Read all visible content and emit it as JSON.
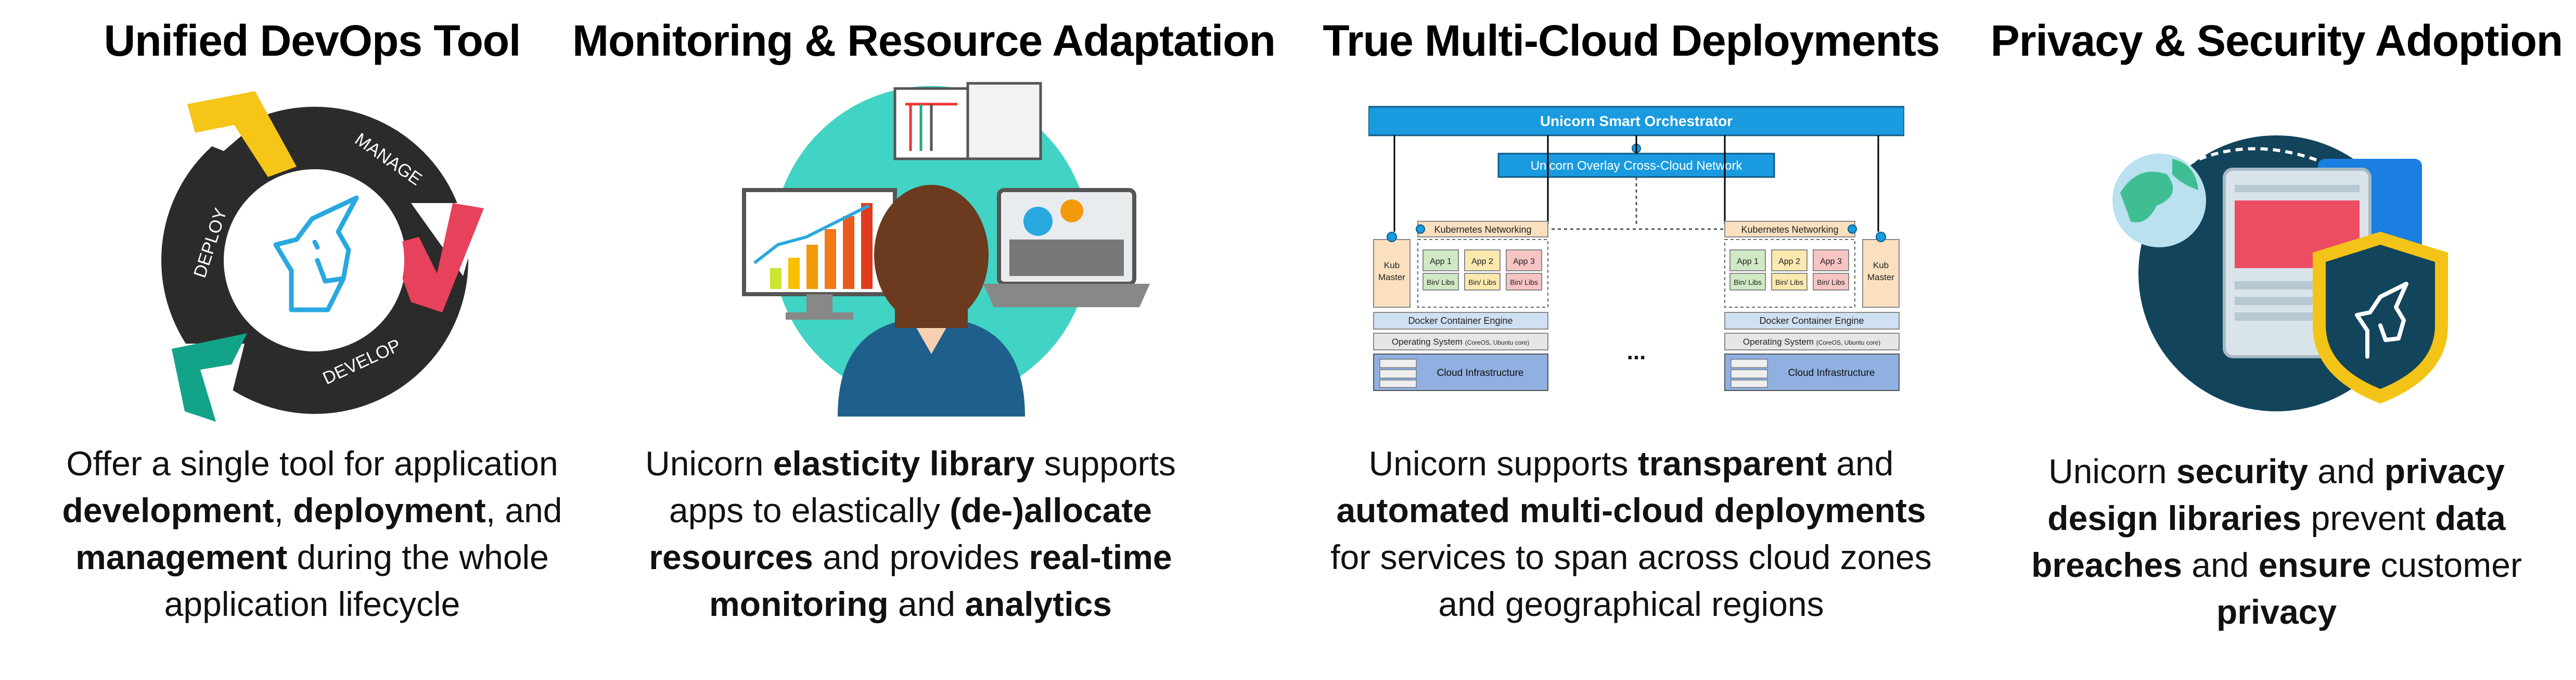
{
  "colors": {
    "accent_blue": "#29a8df",
    "deploy_yellow": "#f5c518",
    "manage_pink": "#e8415b",
    "develop_green": "#13a388",
    "ring_dark": "#2b2b2b",
    "orchestrator_blue": "#1a9be0",
    "teal_circle": "#41d3c3",
    "shield_yellow": "#f3c417",
    "shield_navy": "#12445c"
  },
  "panels": [
    {
      "title": "Unified DevOps Tool",
      "icons": [
        "devops-cycle-icon",
        "unicorn-icon"
      ],
      "cycle_labels": {
        "deploy": "DEPLOY",
        "manage": "MANAGE",
        "develop": "DEVELOP"
      },
      "description": [
        [
          {
            "t": "Offer a single tool for application",
            "b": false
          }
        ],
        [
          {
            "t": "development",
            "b": true
          },
          {
            "t": ", ",
            "b": false
          },
          {
            "t": "deployment",
            "b": true
          },
          {
            "t": ",  and",
            "b": false
          }
        ],
        [
          {
            "t": "management",
            "b": true
          },
          {
            "t": " during the whole",
            "b": false
          }
        ],
        [
          {
            "t": "application lifecycle",
            "b": false
          }
        ]
      ]
    },
    {
      "title": "Monitoring & Resource Adaptation",
      "icons": [
        "person-icon",
        "analytics-monitor-icon",
        "laptop-icon",
        "notebook-icon"
      ],
      "description": [
        [
          {
            "t": "Unicorn ",
            "b": false
          },
          {
            "t": "elasticity library",
            "b": true
          },
          {
            "t": " supports",
            "b": false
          }
        ],
        [
          {
            "t": "apps to elastically ",
            "b": false
          },
          {
            "t": "(de-)allocate",
            "b": true
          }
        ],
        [
          {
            "t": "resources",
            "b": true
          },
          {
            "t": " and provides ",
            "b": false
          },
          {
            "t": "real-time",
            "b": true
          }
        ],
        [
          {
            "t": "monitoring",
            "b": true
          },
          {
            "t": " and ",
            "b": false
          },
          {
            "t": "analytics",
            "b": true
          }
        ]
      ]
    },
    {
      "title": "True Multi-Cloud Deployments",
      "diagram": {
        "orchestrator": "Unicorn Smart Orchestrator",
        "overlay": "Unicorn Overlay Cross-Cloud Network",
        "kubernetes_networking": "Kubernetes Networking",
        "kub_master": [
          "Kub",
          "Master"
        ],
        "apps": [
          "App 1",
          "App 2",
          "App 3"
        ],
        "bins": "Bin/ Libs",
        "docker": "Docker Container Engine",
        "os": "Operating System",
        "os_detail": "(CoreOS, Ubuntu core)",
        "cloud": "Cloud Infrastructure",
        "ellipsis": "..."
      },
      "description": [
        [
          {
            "t": "Unicorn supports ",
            "b": false
          },
          {
            "t": "transparent",
            "b": true
          },
          {
            "t": " and",
            "b": false
          }
        ],
        [
          {
            "t": "automated multi-cloud deployments",
            "b": true
          }
        ],
        [
          {
            "t": "for services to span across cloud zones",
            "b": false
          }
        ],
        [
          {
            "t": "and geographical regions",
            "b": false
          }
        ]
      ]
    },
    {
      "title": "Privacy & Security Adoption",
      "icons": [
        "globe-icon",
        "browser-window-icon",
        "shield-unicorn-icon"
      ],
      "description": [
        [
          {
            "t": "Unicorn ",
            "b": false
          },
          {
            "t": "security",
            "b": true
          },
          {
            "t": " and ",
            "b": false
          },
          {
            "t": "privacy",
            "b": true
          }
        ],
        [
          {
            "t": "design libraries",
            "b": true
          },
          {
            "t": " prevent ",
            "b": false
          },
          {
            "t": "data",
            "b": true
          }
        ],
        [
          {
            "t": "breaches",
            "b": true
          },
          {
            "t": " and ",
            "b": false
          },
          {
            "t": "ensure",
            "b": true
          },
          {
            "t": " customer",
            "b": false
          }
        ],
        [
          {
            "t": "privacy",
            "b": true
          }
        ]
      ]
    }
  ]
}
